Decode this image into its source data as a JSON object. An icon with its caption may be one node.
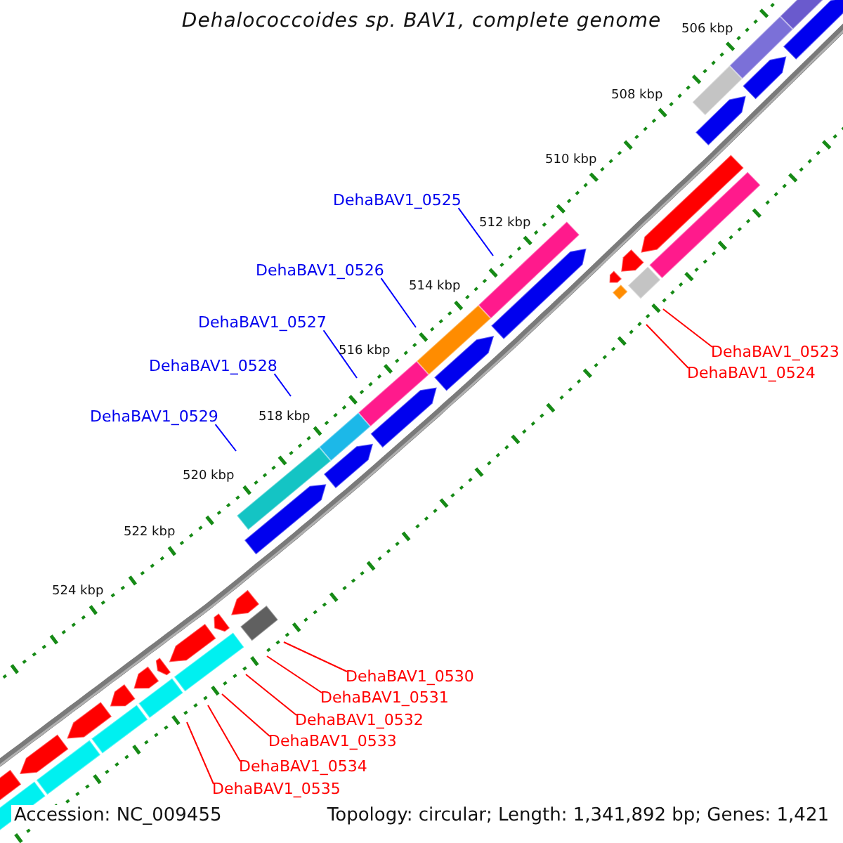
{
  "diagram": {
    "title": "Dehalococcoides sp. BAV1, complete genome",
    "nodes": [
      {
        "text": [
          "DehaBAV1_0525"
        ]
      },
      {
        "text": [
          "DehaBAV1_0526"
        ]
      },
      {
        "text": [
          "DehaBAV1_0527"
        ]
      },
      {
        "text": [
          "DehaBAV1_0523"
        ]
      },
      {
        "text": [
          "DehaBAV1_0528"
        ]
      },
      {
        "text": [
          "DehaBAV1_0524"
        ]
      },
      {
        "text": [
          "DehaBAV1_0529"
        ]
      },
      {
        "text": [
          "DehaBAV1_0530"
        ]
      },
      {
        "text": [
          "DehaBAV1_0531"
        ]
      },
      {
        "text": [
          "DehaBAV1_0532"
        ]
      },
      {
        "text": [
          "DehaBAV1_0533"
        ]
      },
      {
        "text": [
          "DehaBAV1_0534"
        ]
      },
      {
        "text": [
          "DehaBAV1_0535"
        ]
      }
    ],
    "edges": [
      {
        "from": 0,
        "to": null,
        "arrow": "none",
        "color": "#0000ff"
      },
      {
        "from": 1,
        "to": null,
        "arrow": "none",
        "color": "#0000ff"
      },
      {
        "from": 2,
        "to": null,
        "arrow": "none",
        "color": "#0000ff"
      },
      {
        "from": 3,
        "to": null,
        "arrow": "none"
      },
      {
        "from": 4,
        "to": null,
        "arrow": "none",
        "color": "#0000ff"
      },
      {
        "from": 5,
        "to": null,
        "arrow": "none"
      },
      {
        "from": 6,
        "to": null,
        "arrow": "none",
        "color": "#0000ff"
      },
      {
        "from": 7,
        "to": null,
        "arrow": "none"
      },
      {
        "from": 8,
        "to": null,
        "arrow": "none"
      },
      {
        "from": 9,
        "to": null,
        "arrow": "none"
      },
      {
        "from": 10,
        "to": null,
        "arrow": "none"
      },
      {
        "from": 11,
        "to": null,
        "arrow": "none"
      },
      {
        "from": 12,
        "to": null,
        "arrow": "none"
      }
    ],
    "labels": [
      "506 kbp",
      "508 kbp",
      "510 kbp",
      "512 kbp",
      "514 kbp",
      "516 kbp",
      "518 kbp",
      "520 kbp",
      "522 kbp",
      "524 kbp",
      "Accession: NC_009455",
      "Topology: circular; Length: 1,341,892 bp; Genes: 1,421"
    ]
  }
}
